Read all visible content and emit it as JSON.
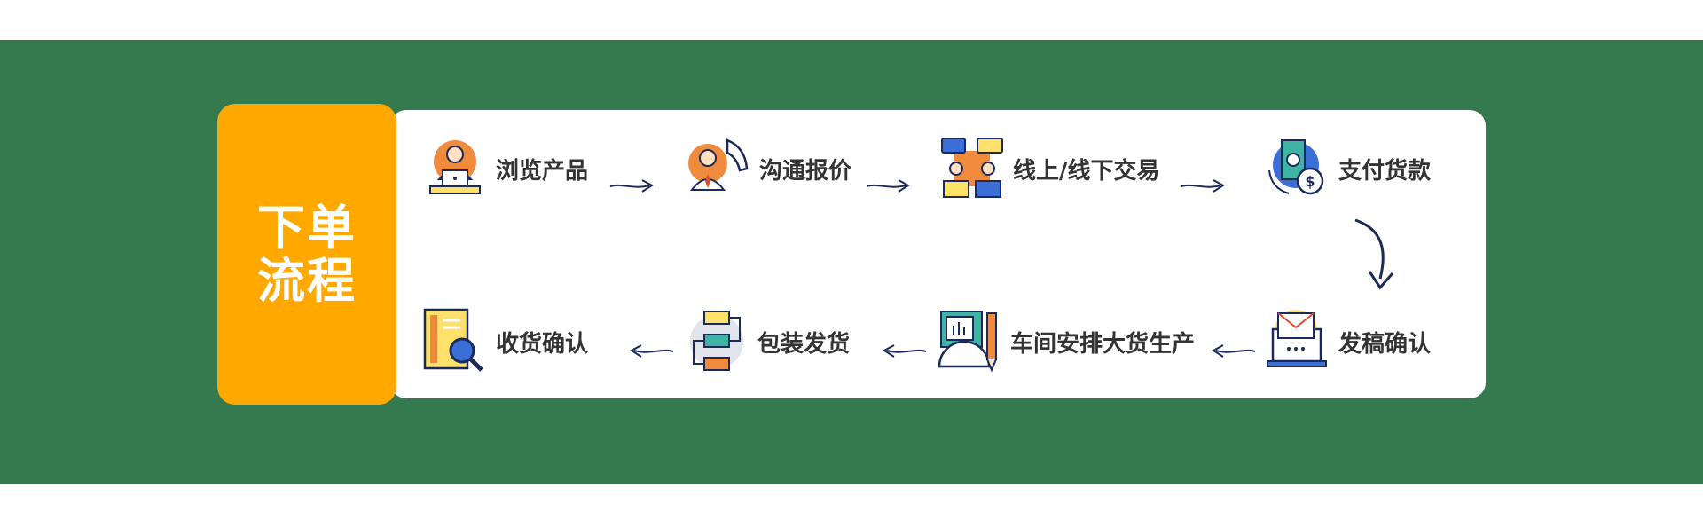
{
  "title": "下单流程",
  "steps_top": [
    {
      "label": "浏览产品",
      "icon": "person-laptop-icon"
    },
    {
      "label": "沟通报价",
      "icon": "person-phone-icon"
    },
    {
      "label": "线上/线下交易",
      "icon": "chat-people-icon"
    },
    {
      "label": "支付货款",
      "icon": "money-coin-icon"
    }
  ],
  "steps_bottom": [
    {
      "label": "发稿确认",
      "icon": "laptop-mail-icon"
    },
    {
      "label": "车间安排大货生产",
      "icon": "blueprint-tools-icon"
    },
    {
      "label": "包装发货",
      "icon": "flowchart-boxes-icon"
    },
    {
      "label": "收货确认",
      "icon": "book-magnifier-icon"
    }
  ],
  "colors": {
    "band": "#357a4e",
    "accent": "#ffa800",
    "navy": "#1c2a5a",
    "orange": "#f08a3c",
    "blue": "#3a6fd8",
    "yellow": "#fde16a",
    "teal": "#3fb3a4"
  }
}
